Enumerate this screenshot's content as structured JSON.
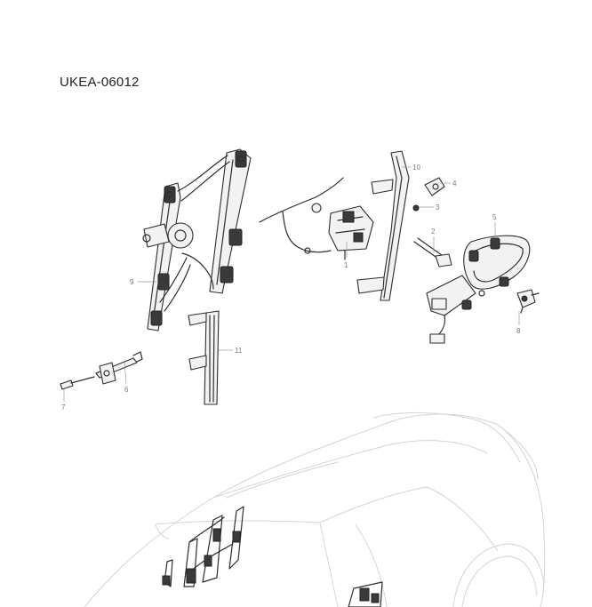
{
  "diagram": {
    "title": "UKEA-06012",
    "callouts": [
      {
        "id": "c1",
        "label": "1"
      },
      {
        "id": "c2",
        "label": "2"
      },
      {
        "id": "c3",
        "label": "3"
      },
      {
        "id": "c4",
        "label": "4"
      },
      {
        "id": "c5",
        "label": "5"
      },
      {
        "id": "c6",
        "label": "6"
      },
      {
        "id": "c7",
        "label": "7"
      },
      {
        "id": "c8",
        "label": "8"
      },
      {
        "id": "c9",
        "label": "9"
      },
      {
        "id": "c10",
        "label": "10"
      },
      {
        "id": "c11",
        "label": "11"
      }
    ]
  }
}
